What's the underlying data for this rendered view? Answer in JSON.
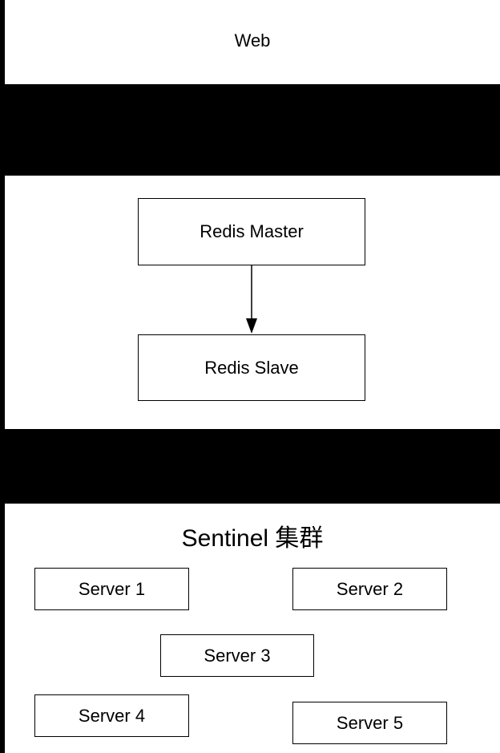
{
  "web": {
    "label": "Web"
  },
  "redis": {
    "master_label": "Redis Master",
    "slave_label": "Redis Slave"
  },
  "sentinel": {
    "title": "Sentinel 集群",
    "servers": [
      "Server 1",
      "Server 2",
      "Server 3",
      "Server 4",
      "Server 5"
    ]
  },
  "colors": {
    "background": "#000000",
    "panel": "#ffffff",
    "stroke": "#000000"
  }
}
